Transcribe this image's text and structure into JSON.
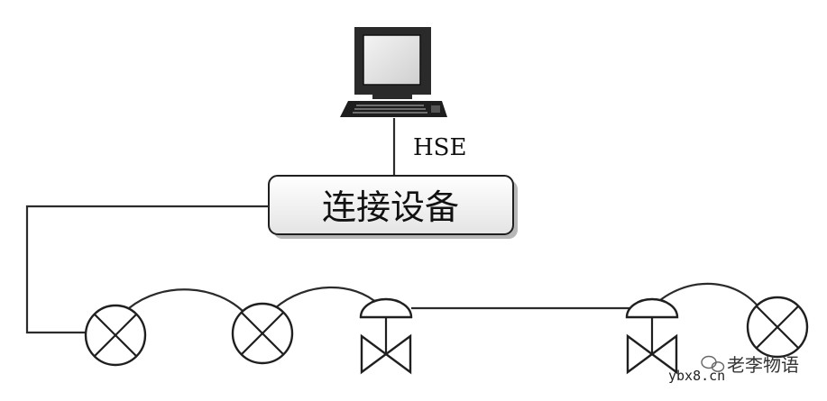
{
  "diagram": {
    "bus_label": "HSE",
    "linking_device_label": "连接设备",
    "devices": [
      {
        "type": "transmitter"
      },
      {
        "type": "transmitter"
      },
      {
        "type": "valve"
      },
      {
        "type": "valve"
      },
      {
        "type": "transmitter"
      }
    ]
  },
  "watermark": {
    "name": "老李物语",
    "site": "ybx8.cn",
    "icon": "wechat-icon"
  }
}
